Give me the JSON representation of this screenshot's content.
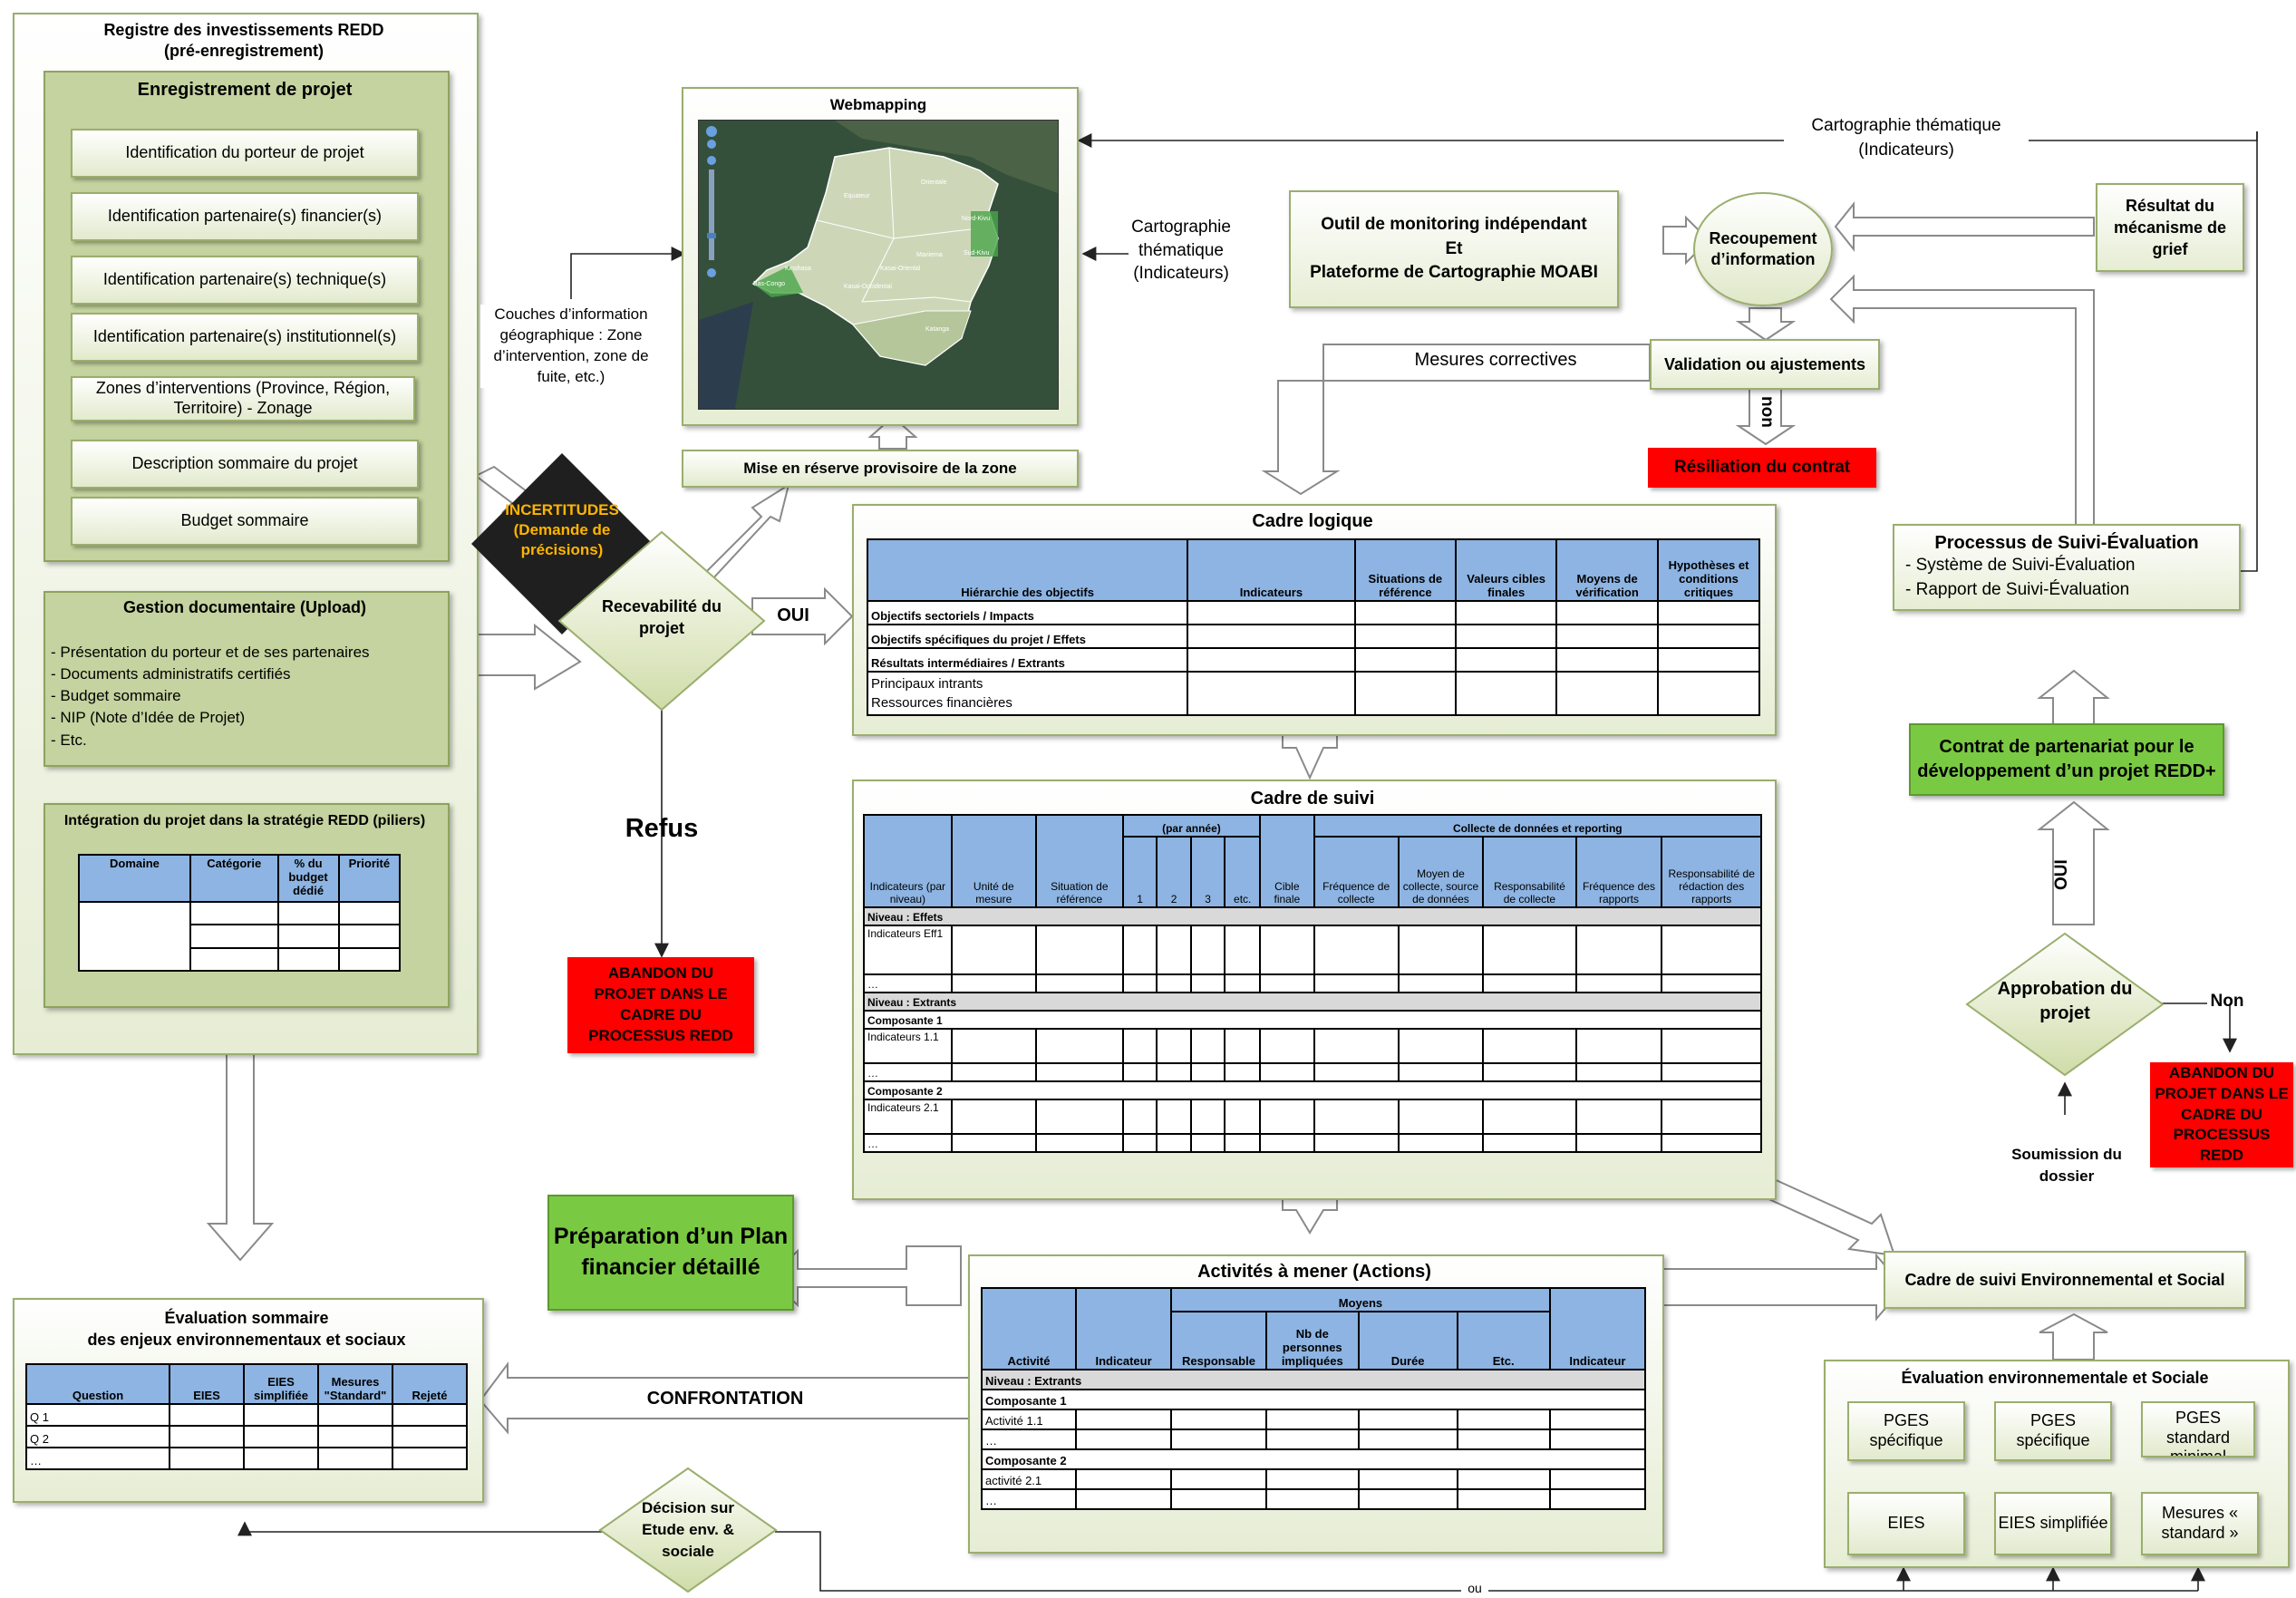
{
  "registre": {
    "title": "Registre des investissements REDD",
    "subtitle": "(pré-enregistrement)",
    "enregistrement_title": "Enregistrement de projet",
    "items": [
      "Identification du porteur de projet",
      "Identification partenaire(s) financier(s)",
      "Identification partenaire(s) technique(s)",
      "Identification partenaire(s) institutionnel(s)",
      "Zones d’interventions (Province, Région, Territoire) - Zonage",
      "Description sommaire du projet",
      "Budget sommaire"
    ],
    "gestion_title": "Gestion documentaire (Upload)",
    "gestion_items": [
      "- Présentation du porteur et de ses partenaires",
      "- Documents administratifs certifiés",
      "- Budget sommaire",
      "- NIP (Note d’Idée de Projet)",
      "- Etc."
    ],
    "integration_title": "Intégration du projet dans la stratégie REDD (piliers)",
    "integration_headers": [
      "Domaine",
      "Catégorie",
      "% du budget dédié",
      "Priorité"
    ]
  },
  "webmapping": {
    "title": "Webmapping",
    "map_labels": [
      "Equateur",
      "Orientale",
      "Nord-Kivu",
      "Sud-Kivu",
      "Maniema",
      "Kasai-Oriental",
      "Kasai-Occidental",
      "Kinshasa",
      "Bas-Congo",
      "Katanga"
    ],
    "couches": "Couches d’information géographique : Zone d’intervention, zone de fuite, etc.)",
    "mise_en_reserve": "Mise en réserve provisoire de la zone"
  },
  "cartographie_left": "Cartographie thématique (Indicateurs)",
  "cartographie_top": "Cartographie thématique (Indicateurs)",
  "moabi": {
    "line1": "Outil de monitoring indépendant",
    "line2": "Et",
    "line3": "Plateforme de Cartographie MOABI"
  },
  "recoupement": "Recoupement d’information",
  "grief": "Résultat du mécanisme de grief",
  "validation": "Validation ou ajustements",
  "non_vertical": "non",
  "resiliation": "Résiliation du contrat",
  "mesures_correctives": "Mesures correctives",
  "incertitudes": "INCERTITUDES (Demande de précisions)",
  "recevabilite": "Recevabilité du projet",
  "oui_label": "OUI",
  "refus": "Refus",
  "abandon_left": "ABANDON DU PROJET DANS LE CADRE DU PROCESSUS REDD",
  "cadre_logique": {
    "title": "Cadre logique",
    "headers": [
      "Hiérarchie des objectifs",
      "Indicateurs",
      "Situations de référence",
      "Valeurs cibles finales",
      "Moyens de vérification",
      "Hypothèses et conditions critiques"
    ],
    "rows": [
      "Objectifs sectoriels / Impacts",
      "Objectifs spécifiques du projet / Effets",
      "Résultats intermédiaires / Extrants",
      "Principaux intrants",
      "Ressources financières"
    ]
  },
  "cadre_suivi": {
    "title": "Cadre de suivi",
    "group_annee": "(par année)",
    "group_collecte": "Collecte de données et reporting",
    "headers": [
      "Indicateurs (par niveau)",
      "Unité de mesure",
      "Situation de référence",
      "1",
      "2",
      "3",
      "etc.",
      "Cible finale",
      "Fréquence de collecte",
      "Moyen de collecte, source de données",
      "Responsabilité de collecte",
      "Fréquence des rapports",
      "Responsabilité de rédaction des rapports"
    ],
    "rows": [
      "Niveau : Effets",
      "Indicateurs Eff1",
      "…",
      "Niveau : Extrants",
      "Composante 1",
      "Indicateurs 1.1",
      "…",
      "Composante 2",
      "Indicateurs 2.1",
      "…"
    ]
  },
  "suivi_eval": {
    "title": "Processus de Suivi-Évaluation",
    "items": [
      "- Système de Suivi-Évaluation",
      "- Rapport de Suivi-Évaluation"
    ]
  },
  "contrat": "Contrat de partenariat pour le développement d’un projet REDD+",
  "oui_vertical": "OUI",
  "approbation": "Approbation du projet",
  "non_label": "Non",
  "abandon_right": "ABANDON DU PROJET DANS LE CADRE DU PROCESSUS REDD",
  "soumission": "Soumission du dossier",
  "preparation": "Préparation d’un Plan financier détaillé",
  "activites": {
    "title": "Activités à mener (Actions)",
    "group_moyens": "Moyens",
    "headers": [
      "Activité",
      "Indicateur",
      "Responsable",
      "Nb de personnes impliquées",
      "Durée",
      "Etc.",
      "Indicateur"
    ],
    "rows": [
      "Niveau : Extrants",
      "Composante 1",
      "Activité 1.1",
      "…",
      "Composante 2",
      "activité 2.1",
      "…"
    ]
  },
  "cadre_env": "Cadre de suivi Environnemental et Social",
  "evaluation_sommaire": {
    "title_line1": "Évaluation sommaire",
    "title_line2": "des enjeux environnementaux et sociaux",
    "headers": [
      "Question",
      "EIES",
      "EIES simplifiée",
      "Mesures \"Standard\"",
      "Rejeté"
    ],
    "rows": [
      "Q 1",
      "Q 2",
      "…"
    ]
  },
  "confrontation": "CONFRONTATION",
  "decision": "Décision sur Etude env. & sociale",
  "eval_env": {
    "title": "Évaluation environnementale et Sociale",
    "top": [
      "PGES spécifique",
      "PGES spécifique",
      "PGES standard minimal"
    ],
    "bottom": [
      "EIES",
      "EIES simplifiée",
      "Mesures « standard »"
    ]
  },
  "ou_label": "ou"
}
